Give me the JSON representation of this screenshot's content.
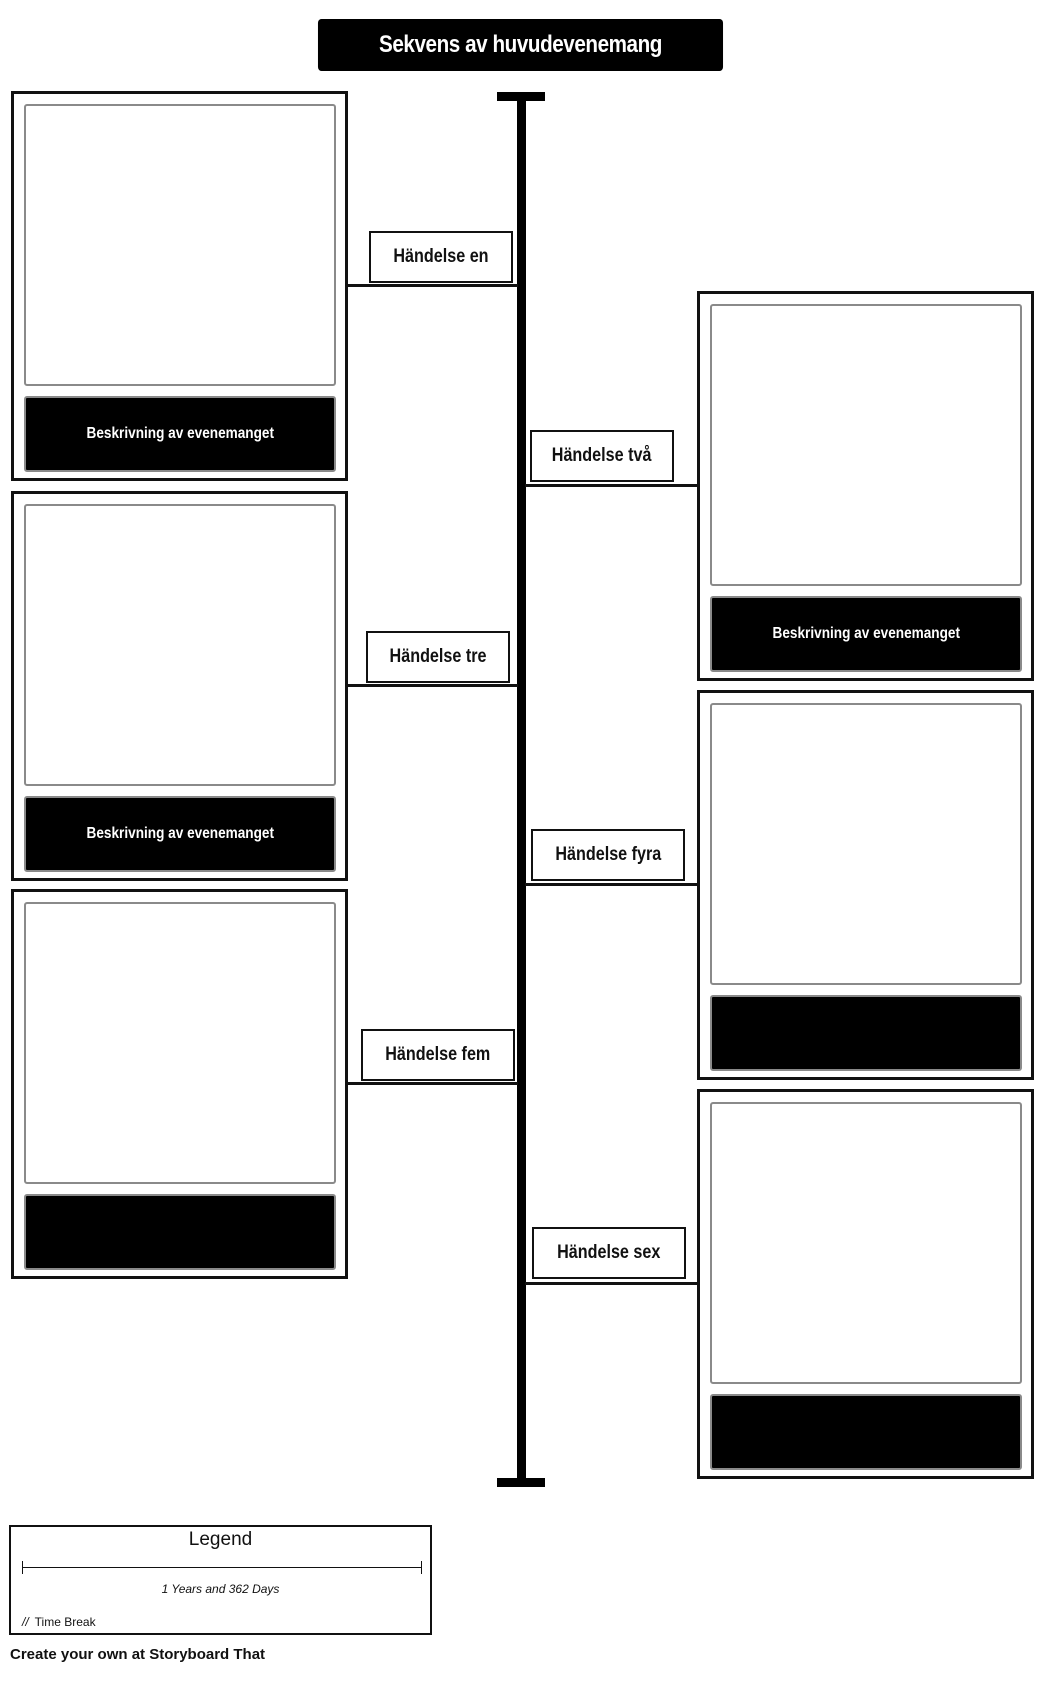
{
  "title": "Sekvens av huvudevenemang",
  "description_label": "Beskrivning av evenemanget",
  "events": [
    {
      "label": "Händelse en",
      "side": "left",
      "description": "Beskrivning av evenemanget"
    },
    {
      "label": "Händelse två",
      "side": "right",
      "description": "Beskrivning av evenemanget"
    },
    {
      "label": "Händelse tre",
      "side": "left",
      "description": "Beskrivning av evenemanget"
    },
    {
      "label": "Händelse fyra",
      "side": "right",
      "description": ""
    },
    {
      "label": "Händelse fem",
      "side": "left",
      "description": ""
    },
    {
      "label": "Händelse sex",
      "side": "right",
      "description": ""
    }
  ],
  "legend": {
    "title": "Legend",
    "duration": "1 Years and 362 Days",
    "time_break_icon": "//",
    "time_break_label": "Time Break"
  },
  "footer": "Create your own at Storyboard That"
}
